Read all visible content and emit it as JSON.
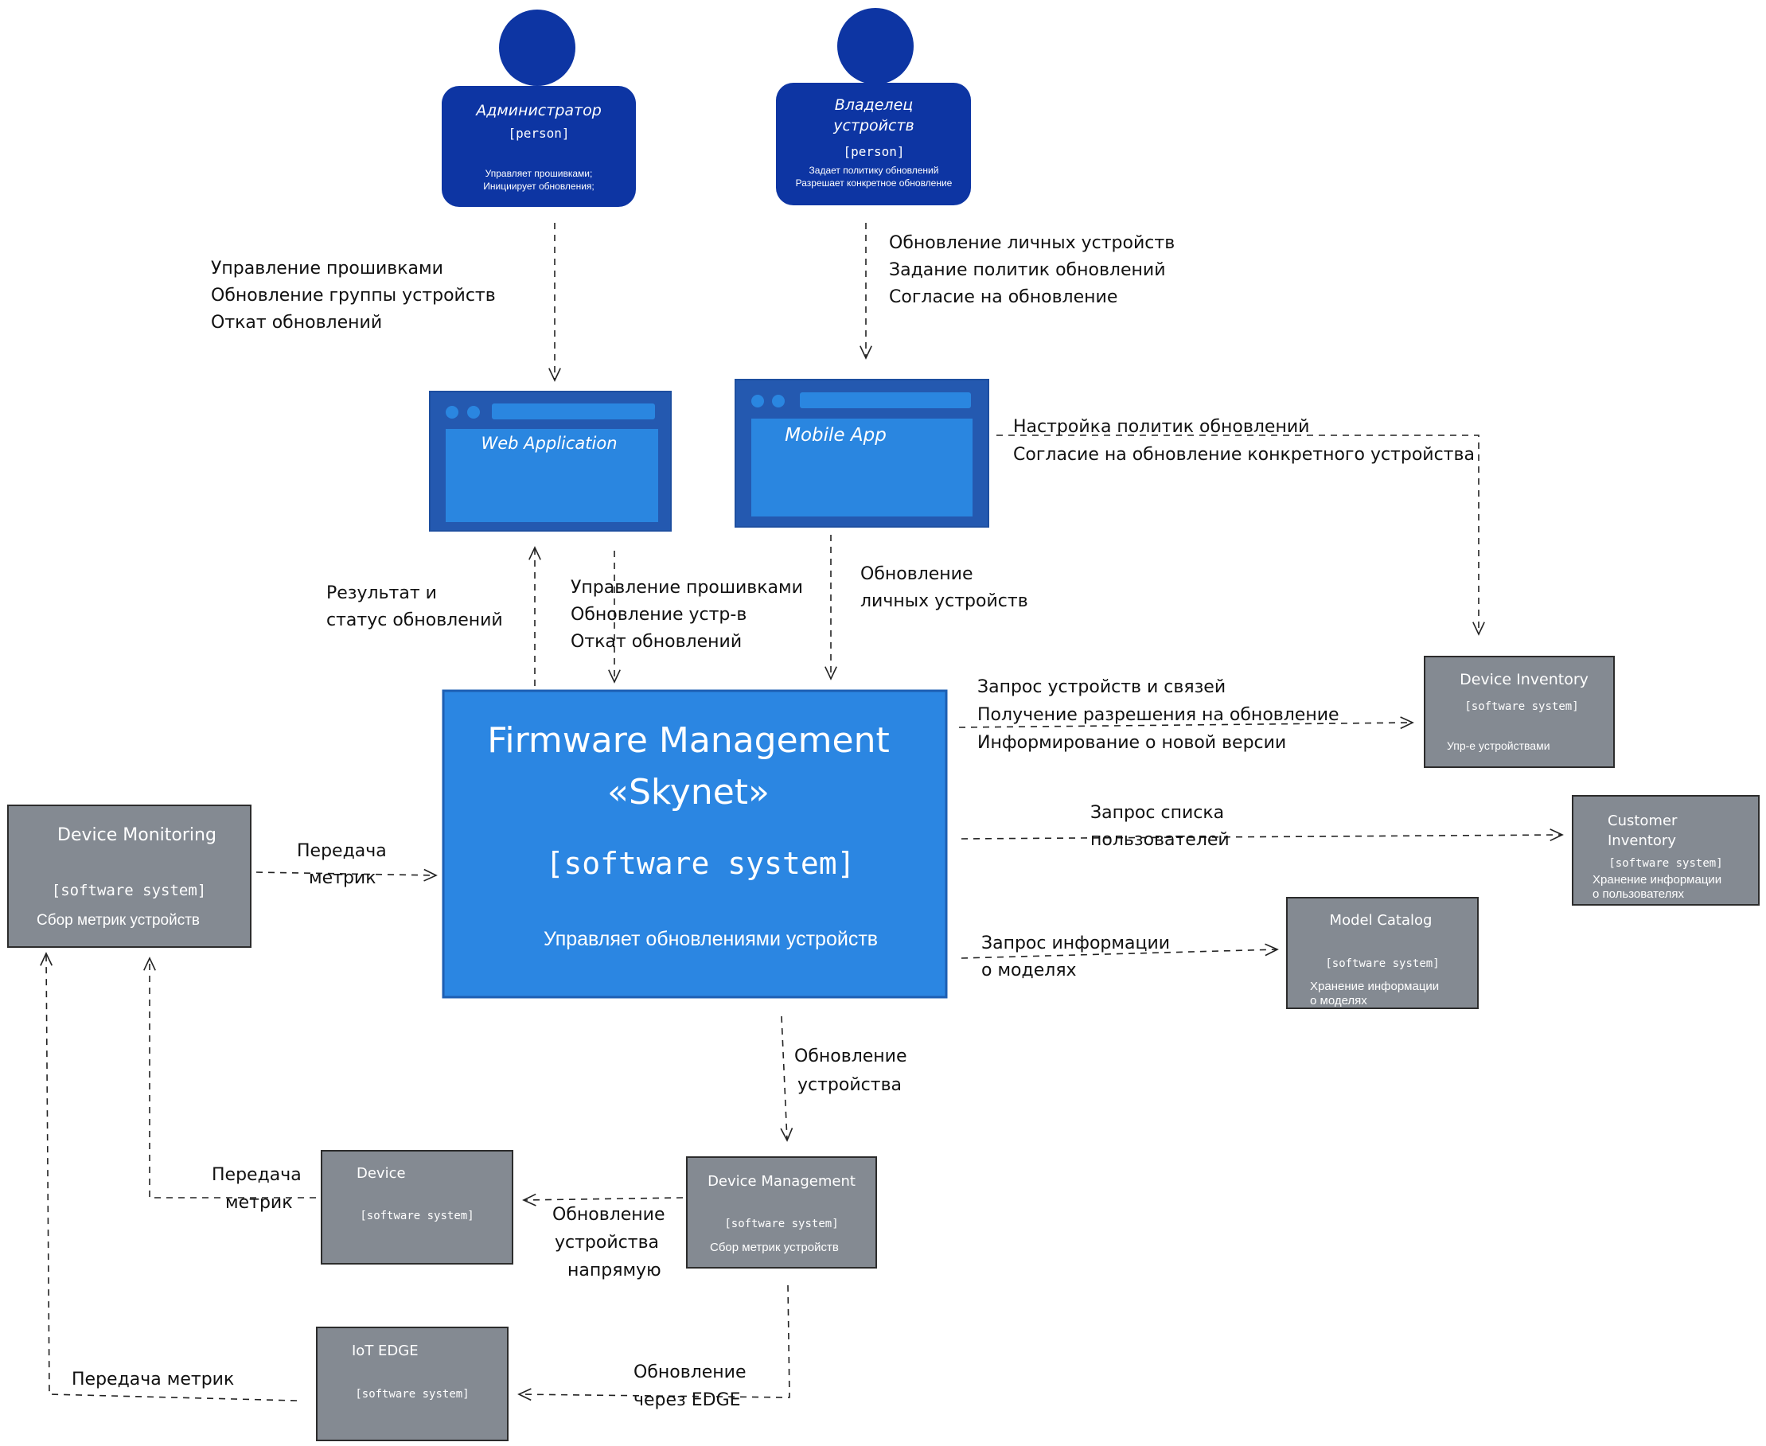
{
  "persons": {
    "admin": {
      "name": "Администратор",
      "type": "[person]",
      "desc": [
        "Управляет прошивками;",
        "Инициирует обновления;"
      ]
    },
    "owner": {
      "name": [
        "Владелец",
        "устройств"
      ],
      "type": "[person]",
      "desc": [
        "Задает политику обновлений",
        "Разрешает конкретное обновление"
      ]
    }
  },
  "containers": {
    "web": {
      "title": "Web Application"
    },
    "mobile": {
      "title": "Mobile App"
    }
  },
  "core": {
    "title": [
      "Firmware Management",
      "«Skynet»"
    ],
    "type": "[software system]",
    "desc": "Управляет обновлениями устройств"
  },
  "systems": {
    "device_inventory": {
      "name": "Device Inventory",
      "type": "[software system]",
      "desc": [
        "Упр-е устройствами"
      ]
    },
    "customer_inventory": {
      "name": [
        "Customer",
        "Inventory"
      ],
      "type": "[software system]",
      "desc": [
        "Хранение информации",
        "о пользователях"
      ]
    },
    "model_catalog": {
      "name": "Model Catalog",
      "type": "[software system]",
      "desc": [
        "Хранение информации",
        "о моделях"
      ]
    },
    "device_monitoring": {
      "name": "Device Monitoring",
      "type": "[software system]",
      "desc": [
        "Сбор метрик устройств"
      ]
    },
    "device": {
      "name": "Device",
      "type": "[software system]",
      "desc": []
    },
    "device_management": {
      "name": "Device Management",
      "type": "[software system]",
      "desc": [
        "Сбор метрик устройств"
      ]
    },
    "iot_edge": {
      "name": "IoT EDGE",
      "type": "[software system]",
      "desc": []
    }
  },
  "relations": {
    "admin_to_web": [
      "Управление прошивками",
      "Обновление группы устройств",
      "Откат обновлений"
    ],
    "owner_to_mobile": [
      "Обновление личных устройств",
      "Задание политик обновлений",
      "Согласие на обновление"
    ],
    "mobile_to_inventory": [
      "Настройка политик обновлений",
      "Согласие на обновление конкретного устройства"
    ],
    "core_to_web": [
      "Результат и",
      "статус обновлений"
    ],
    "web_to_core": [
      "Управление прошивками",
      "Обновление устр-в",
      "Откат обновлений"
    ],
    "mobile_to_core": [
      "Обновление",
      "личных устройств"
    ],
    "core_to_inventory": [
      "Запрос устройств и связей",
      "Получение разрешения на обновление",
      "Информирование о новой версии"
    ],
    "core_to_customer": [
      "Запрос списка",
      "пользователей"
    ],
    "core_to_catalog": [
      "Запрос информации",
      "о моделях"
    ],
    "monitoring_to_core": [
      "Передача",
      "метрик"
    ],
    "core_to_devmgmt": [
      "Обновление",
      "устройства"
    ],
    "devmgmt_to_device": [
      "Обновление",
      "устройства",
      "напрямую"
    ],
    "device_to_monitoring": [
      "Передача",
      "метрик"
    ],
    "devmgmt_to_edge": [
      "Обновление",
      "через EDGE"
    ],
    "edge_to_monitoring": [
      "Передача метрик"
    ]
  },
  "colors": {
    "person": "#0d35a3",
    "container_border": "#2459b0",
    "container_fill": "#2a86e0",
    "core_fill": "#2b86e2",
    "system_fill": "#848a92",
    "system_border": "#2c2c2c"
  }
}
